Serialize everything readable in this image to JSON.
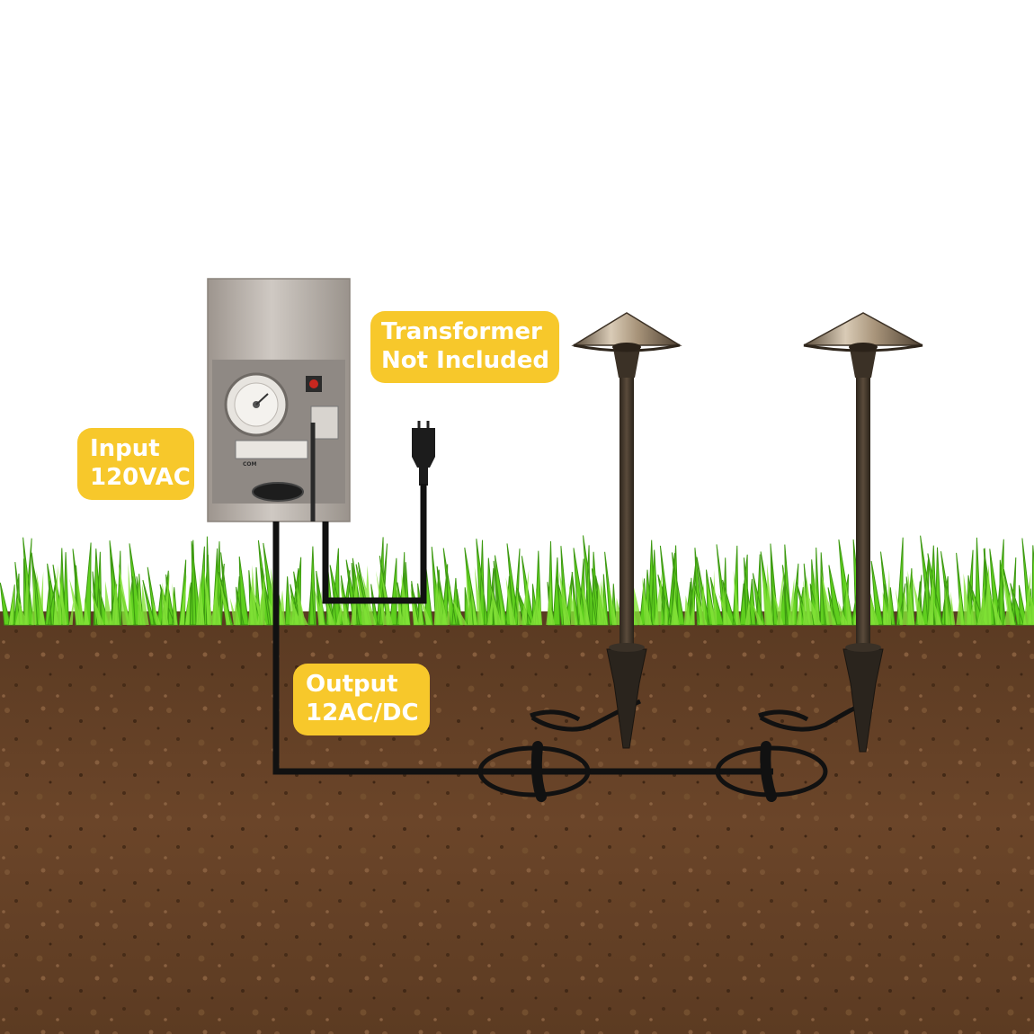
{
  "labels": {
    "input": {
      "line1": "Input",
      "line2": "120VAC"
    },
    "transformer": {
      "line1": "Transformer",
      "line2": "Not Included"
    },
    "output": {
      "line1": "Output",
      "line2": "12AC/DC"
    }
  },
  "transformer_panel": {
    "terminal_label": "COM"
  },
  "colors": {
    "label_background": "#f7c82b",
    "label_text": "#ffffff",
    "cable": "#111111",
    "soil": "#5a3a22",
    "grass": "#5fcf1e",
    "fixture_bronze": "#3e3327",
    "transformer_steel": "#b9b2ab"
  }
}
